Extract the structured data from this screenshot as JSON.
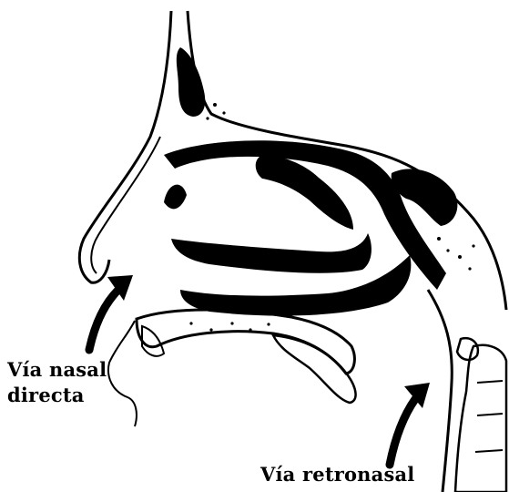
{
  "labels": {
    "direct_line1": "Vía nasal",
    "direct_line2": "directa",
    "retronasal": "Vía retronasal"
  },
  "colors": {
    "ink": "#000000",
    "background": "#ffffff"
  },
  "icons": {
    "direct_arrow": "arrow-up-right-icon",
    "retronasal_arrow": "arrow-up-right-icon"
  }
}
